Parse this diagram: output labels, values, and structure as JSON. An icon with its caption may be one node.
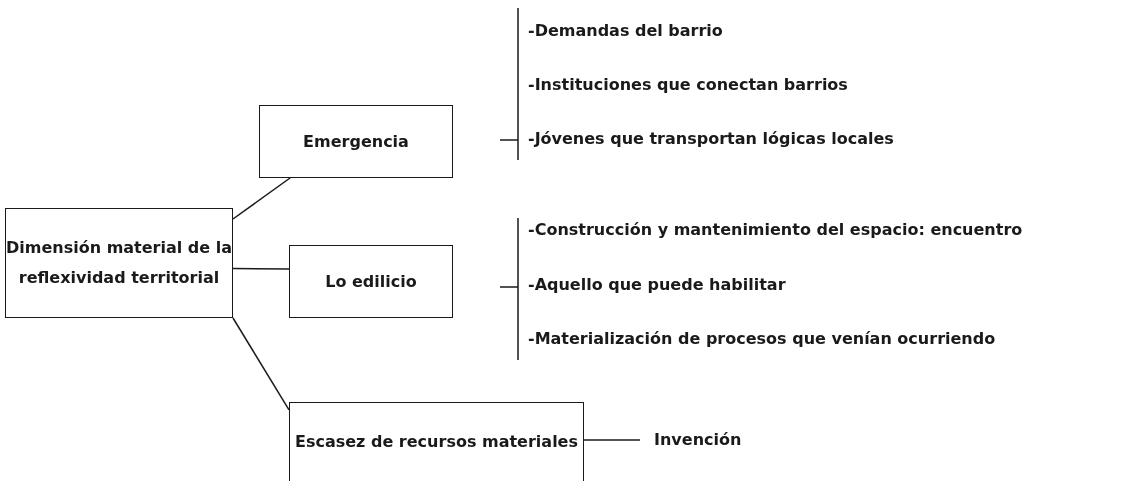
{
  "diagram": {
    "nodes": [
      {
        "text": [
          "Dimensión material de la reflexividad territorial"
        ]
      },
      {
        "text": [
          "Emergencia"
        ]
      },
      {
        "text": [
          "Lo edilicio"
        ]
      },
      {
        "text": [
          "Escasez de recursos materiales"
        ]
      },
      {
        "text": [
          "Invención"
        ]
      }
    ],
    "edges": [
      {
        "from": 0,
        "to": 1,
        "arrow": "none"
      },
      {
        "from": 0,
        "to": 2,
        "arrow": "none"
      },
      {
        "from": 0,
        "to": 3,
        "arrow": "none"
      },
      {
        "from": 3,
        "to": 4,
        "arrow": "none"
      }
    ],
    "labels": [
      "-Demandas del barrio",
      "-Instituciones que conectan barrios",
      "-Jóvenes que transportan lógicas locales",
      "-Construcción y mantenimiento del espacio: encuentro",
      "-Aquello que puede habilitar",
      "-Materialización de procesos que venían ocurriendo"
    ]
  }
}
